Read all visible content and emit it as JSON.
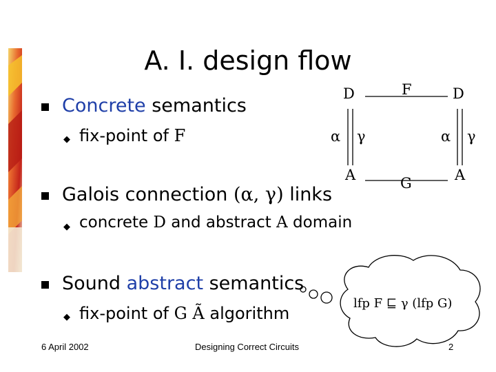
{
  "slide": {
    "title": "A. I. design flow",
    "bullets": [
      {
        "pre": "",
        "highlight": "Concrete",
        "post": " semantics",
        "sub": {
          "text": "fix-point of ",
          "math": "F"
        }
      },
      {
        "text": "Galois connection ",
        "math": "(α, γ)",
        "post": " links",
        "sub": {
          "pre": "concrete ",
          "math1": "D",
          "mid": " and abstract ",
          "math2": "A",
          "post": " domain"
        }
      },
      {
        "pre": "Sound ",
        "highlight": "abstract",
        "post": " semantics",
        "sub": {
          "text": "fix-point of ",
          "math": "G",
          "symbol": "Ã",
          "post": " algorithm"
        }
      }
    ]
  },
  "diagram": {
    "top_left": "D",
    "top_mid": "F",
    "top_right": "D",
    "alpha_left": "α",
    "gamma_left": "γ",
    "alpha_right": "α",
    "gamma_right": "γ",
    "bottom_left": "A",
    "bottom_mid": "G",
    "bottom_right": "A"
  },
  "cloud": {
    "pre": "lfp F ",
    "symbol": "⊑",
    "post": " γ (lfp G)"
  },
  "footer": {
    "date": "6 April 2002",
    "center": "Designing Correct Circuits",
    "page": "2"
  },
  "colors": {
    "highlight": "#1f3fa8",
    "accent_red": "#d83a1e",
    "accent_yellow": "#f2c12e"
  }
}
